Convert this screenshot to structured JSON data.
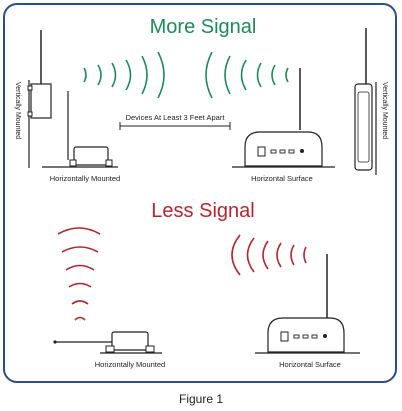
{
  "figure": {
    "top_title": "More Signal",
    "bottom_title": "Less Signal",
    "top_title_color": "#1e8a5a",
    "bottom_title_color": "#b32630",
    "wave_color_top": "#1e8a5a",
    "wave_color_bottom": "#b32630",
    "labels": {
      "vertically_mounted_left": "Vertically Mounted",
      "vertically_mounted_right": "Vertically Mounted",
      "devices_apart": "Devices At Least 3 Feet Apart",
      "horizontally_mounted_top": "Horizontally Mounted",
      "horizontal_surface_top": "Horizontal Surface",
      "horizontally_mounted_bottom": "Horizontally Mounted",
      "horizontal_surface_bottom": "Horizontal Surface"
    },
    "caption": "Figure 1"
  }
}
